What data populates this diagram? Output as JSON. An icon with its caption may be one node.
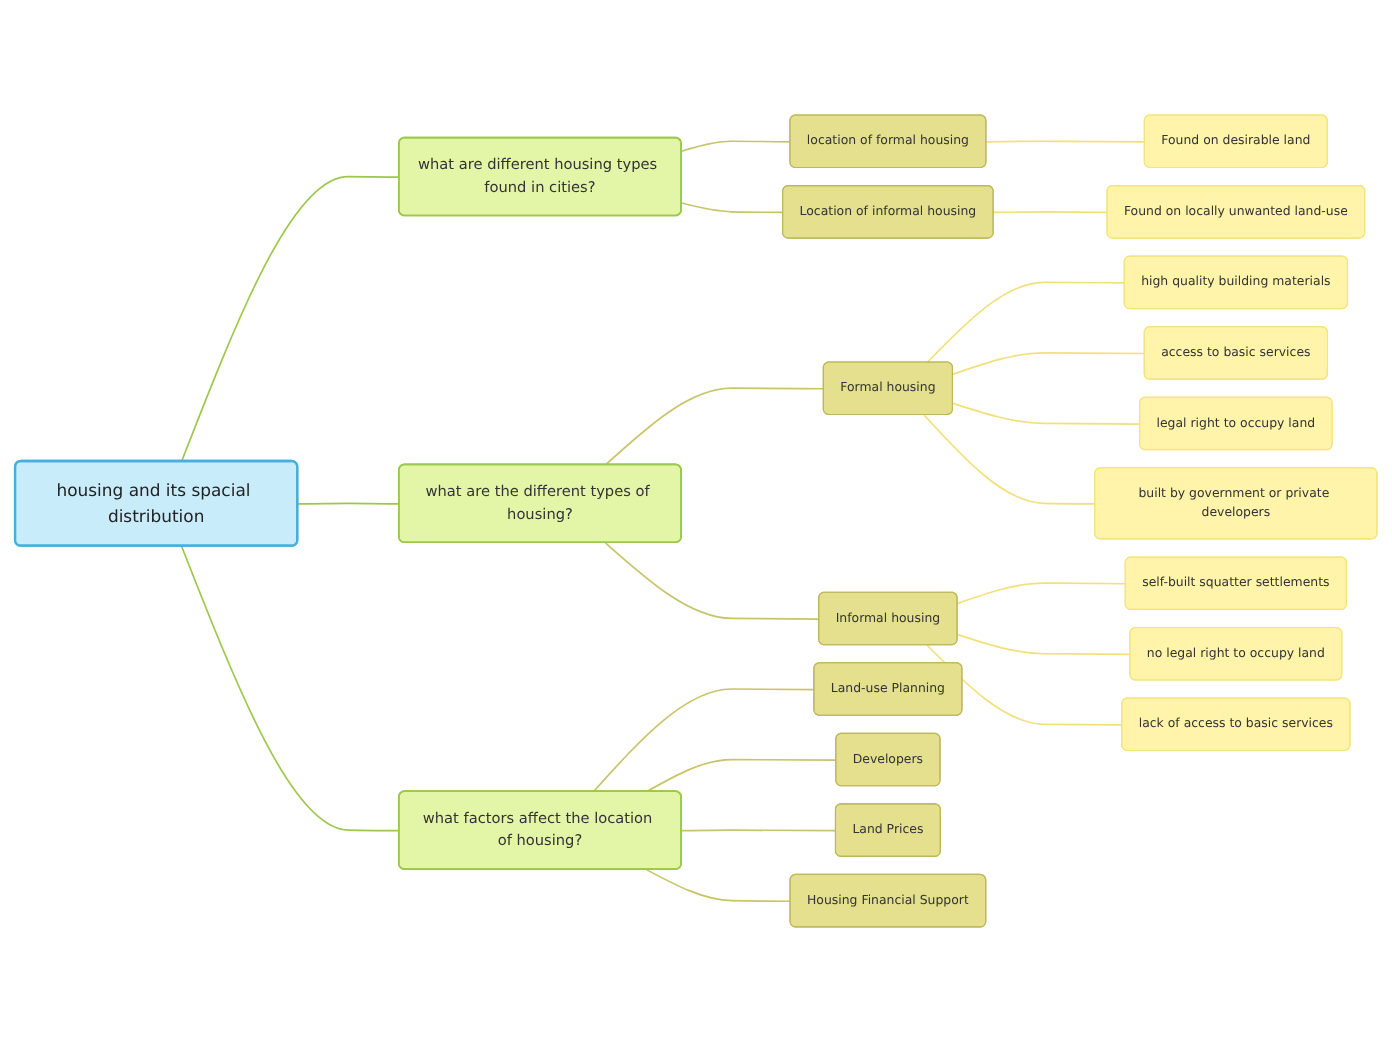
{
  "diagram": {
    "nodes": [
      {
        "text": [
          "housing and its spacial distribution"
        ]
      },
      {
        "text": [
          "what are different housing types found in cities?"
        ]
      },
      {
        "text": [
          "location of formal housing"
        ]
      },
      {
        "text": [
          "Found on desirable land"
        ]
      },
      {
        "text": [
          "Location of informal housing"
        ]
      },
      {
        "text": [
          "Found on locally unwanted land-use"
        ]
      },
      {
        "text": [
          "what are the different types of housing?"
        ]
      },
      {
        "text": [
          "Formal housing"
        ]
      },
      {
        "text": [
          "high quality building materials"
        ]
      },
      {
        "text": [
          "access to basic services"
        ]
      },
      {
        "text": [
          "legal right to occupy land"
        ]
      },
      {
        "text": [
          "built by government or private developers"
        ]
      },
      {
        "text": [
          "Informal housing"
        ]
      },
      {
        "text": [
          "self-built squatter settlements"
        ]
      },
      {
        "text": [
          "no legal right to occupy land"
        ]
      },
      {
        "text": [
          "lack of access to basic services"
        ]
      },
      {
        "text": [
          "what factors affect the location of housing?"
        ]
      },
      {
        "text": [
          "Land-use Planning"
        ]
      },
      {
        "text": [
          "Developers"
        ]
      },
      {
        "text": [
          "Land Prices"
        ]
      },
      {
        "text": [
          "Housing Financial Support"
        ]
      }
    ],
    "edges": [
      {
        "from": 0,
        "to": 1,
        "arrow": "none",
        "color": "#9cc84b"
      },
      {
        "from": 1,
        "to": 2,
        "arrow": "none",
        "color": "#c8c46a"
      },
      {
        "from": 2,
        "to": 3,
        "arrow": "none"
      },
      {
        "from": 1,
        "to": 4,
        "arrow": "none",
        "color": "#c8c46a"
      },
      {
        "from": 4,
        "to": 5,
        "arrow": "none"
      },
      {
        "from": 0,
        "to": 6,
        "arrow": "none",
        "color": "#9cc84b"
      },
      {
        "from": 6,
        "to": 7,
        "arrow": "none",
        "color": "#c8c46a"
      },
      {
        "from": 7,
        "to": 8,
        "arrow": "none"
      },
      {
        "from": 7,
        "to": 9,
        "arrow": "none"
      },
      {
        "from": 7,
        "to": 10,
        "arrow": "none"
      },
      {
        "from": 7,
        "to": 11,
        "arrow": "none"
      },
      {
        "from": 6,
        "to": 12,
        "arrow": "none",
        "color": "#c8c46a"
      },
      {
        "from": 12,
        "to": 13,
        "arrow": "none"
      },
      {
        "from": 12,
        "to": 14,
        "arrow": "none"
      },
      {
        "from": 12,
        "to": 15,
        "arrow": "none"
      },
      {
        "from": 0,
        "to": 16,
        "arrow": "none",
        "color": "#9cc84b"
      },
      {
        "from": 16,
        "to": 17,
        "arrow": "none",
        "color": "#c8c46a"
      },
      {
        "from": 16,
        "to": 18,
        "arrow": "none",
        "color": "#c8c46a"
      },
      {
        "from": 16,
        "to": 19,
        "arrow": "none",
        "color": "#c8c46a"
      },
      {
        "from": 16,
        "to": 20,
        "arrow": "none",
        "color": "#c8c46a"
      }
    ]
  }
}
